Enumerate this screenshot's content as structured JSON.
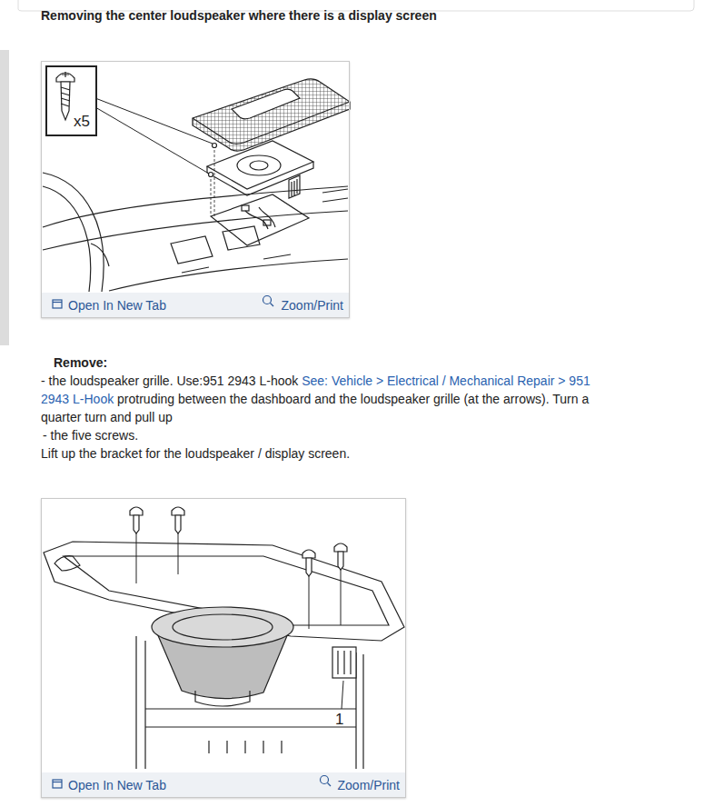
{
  "diagram": {
    "title": "Removing the center loudspeaker where there is a display screen",
    "nodes": [
      {
        "text": [
          "Open In New Tab",
          "Zoom/Print"
        ]
      },
      {
        "text": [
          "x5"
        ],
        "in": 0
      },
      {
        "text": [
          "Open In New Tab",
          "Zoom/Print"
        ]
      }
    ],
    "labels": [
      "Remove:",
      "- the loudspeaker grille. Use:951 2943 L-hook",
      "See: Vehicle > Electrical / Mechanical Repair > 951 2943 L-Hook",
      "protruding between the dashboard and the loudspeaker grille (at the arrows). Turn a quarter turn and pull up",
      "- the five screws.",
      "Lift up the bracket for the loudspeaker / display screen.",
      "1"
    ]
  }
}
